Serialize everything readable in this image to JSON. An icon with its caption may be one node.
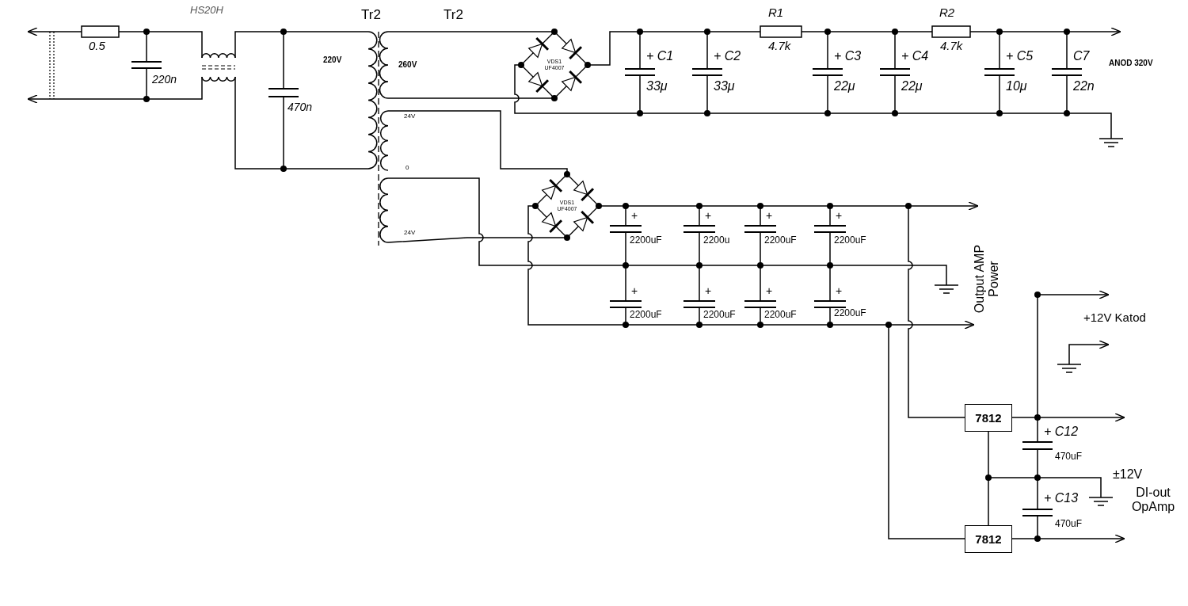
{
  "diagram": {
    "nodes": [
      {
        "text": [
          "7812"
        ]
      },
      {
        "text": [
          "7812"
        ]
      }
    ],
    "edges": [
      {
        "from": 0,
        "to": 1,
        "arrow": "none"
      },
      {
        "from": 0,
        "to": null,
        "arrow": "to"
      },
      {
        "from": 1,
        "to": null,
        "arrow": "to"
      },
      {
        "from": null,
        "to": 0,
        "arrow": "other"
      },
      {
        "from": null,
        "to": 1,
        "arrow": "other"
      }
    ],
    "labels": [
      "HS20H",
      "Tr2",
      "Tr2",
      "R1",
      "R2",
      "0.5",
      "4.7k",
      "4.7k",
      "220V",
      "260V",
      "+ C1",
      "+ C2",
      "+ C3",
      "+ C4",
      "+ C5",
      "C7",
      "ANOD 320V",
      "220n",
      "33μ",
      "33μ",
      "22μ",
      "22μ",
      "10μ",
      "22n",
      "470n",
      "VDS1 UF4007",
      "24V",
      "0",
      "VDS1 UF4007",
      "24V",
      "+",
      "+",
      "+",
      "+",
      "2200uF",
      "2200u",
      "2200uF",
      "2200uF",
      "+",
      "+",
      "+",
      "+",
      "2200uF",
      "2200uF",
      "2200uF",
      "2200uF",
      "Output AMP Power",
      "+12V Katod",
      "+ C12",
      "470uF",
      "±12V",
      "DI-out OpAmp",
      "+ C13",
      "470uF"
    ]
  }
}
